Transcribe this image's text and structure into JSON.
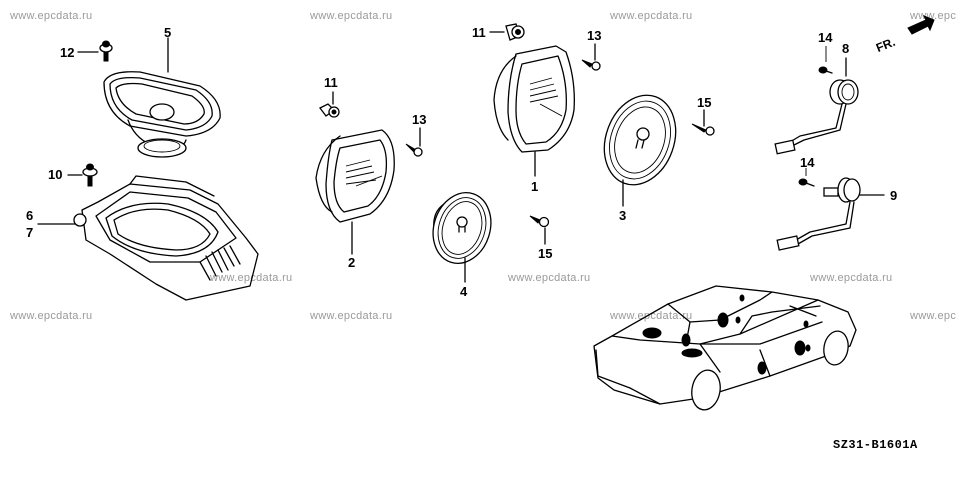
{
  "diagram": {
    "watermark": "www.epcdata.ru",
    "watermark_partial": "www.epc",
    "direction_indicator": "FR.",
    "catalog_code": "SZ31-B1601A",
    "parts": [
      {
        "callout": "1",
        "name": "speaker-bracket-front-right"
      },
      {
        "callout": "2",
        "name": "speaker-bracket-front-left"
      },
      {
        "callout": "3",
        "name": "speaker-front-right"
      },
      {
        "callout": "4",
        "name": "speaker-front-left"
      },
      {
        "callout": "5",
        "name": "rear-oval-speaker"
      },
      {
        "callout": "6",
        "name": "rear-speaker-box-right"
      },
      {
        "callout": "7",
        "name": "rear-speaker-box-left"
      },
      {
        "callout": "8",
        "name": "tweeter-right"
      },
      {
        "callout": "9",
        "name": "tweeter-left"
      },
      {
        "callout": "10",
        "name": "flange-bolt"
      },
      {
        "callout": "11",
        "name": "clip"
      },
      {
        "callout": "12",
        "name": "flange-bolt"
      },
      {
        "callout": "13",
        "name": "tapping-screw"
      },
      {
        "callout": "14",
        "name": "screw"
      },
      {
        "callout": "15",
        "name": "tapping-screw"
      }
    ],
    "labels": {
      "l12": "12",
      "l5": "5",
      "l10": "10",
      "l6": "6",
      "l7": "7",
      "l11a": "11",
      "l13a": "13",
      "l2": "2",
      "l4": "4",
      "l11b": "11",
      "l13b": "13",
      "l1": "1",
      "l15b": "15",
      "l15a": "15",
      "l3": "3",
      "l14a": "14",
      "l8": "8",
      "l14b": "14",
      "l9": "9"
    }
  }
}
